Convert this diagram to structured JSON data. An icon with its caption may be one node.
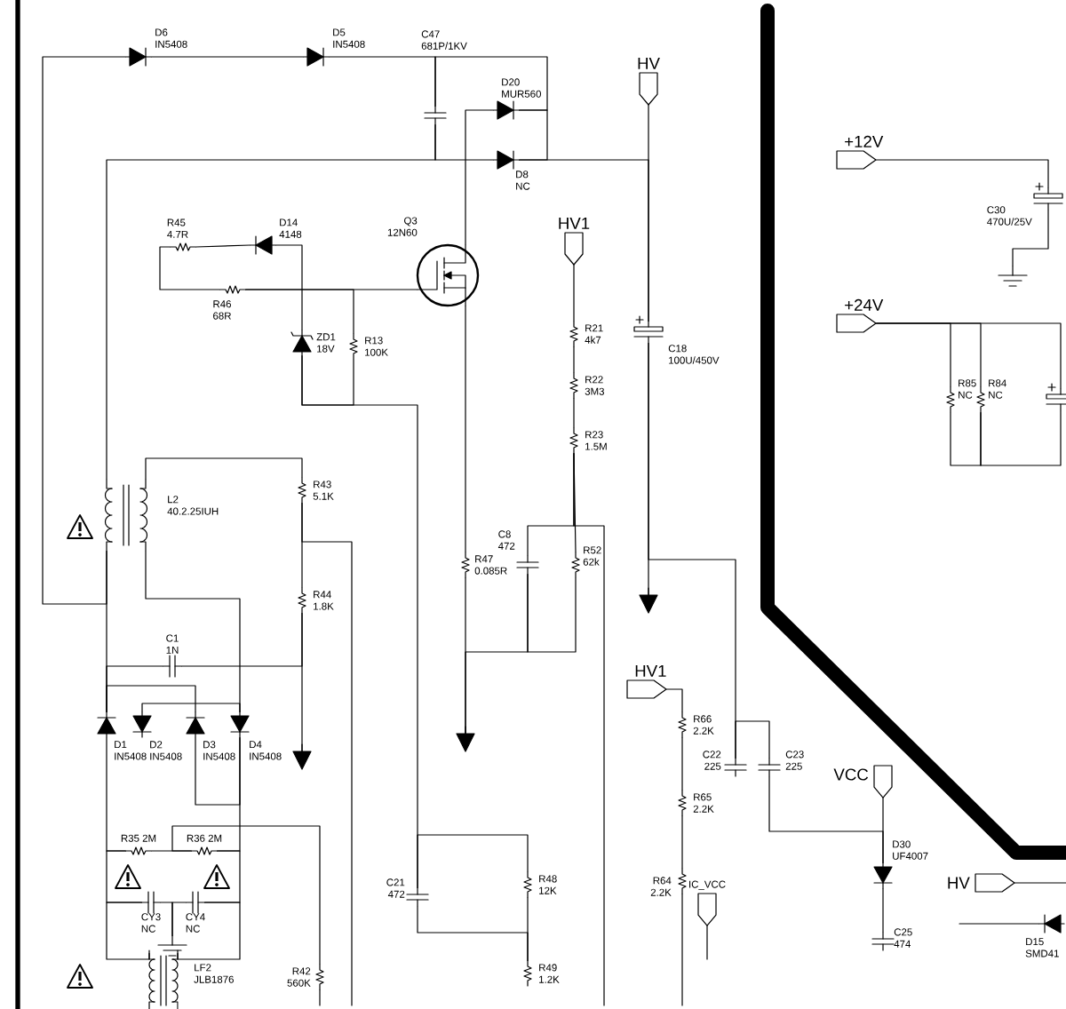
{
  "diagram": {
    "nodes": [
      {
        "text": [
          "D6",
          "IN5408"
        ]
      },
      {
        "text": [
          "D5",
          "IN5408"
        ]
      },
      {
        "text": [
          "C47",
          "681P/1KV"
        ]
      },
      {
        "text": [
          "D20",
          "MUR560"
        ]
      },
      {
        "text": [
          "D8",
          "NC"
        ]
      },
      {
        "text": [
          "HV"
        ]
      },
      {
        "text": [
          "Q3",
          "12N60"
        ]
      },
      {
        "text": [
          "R45",
          "4.7R"
        ]
      },
      {
        "text": [
          "D14",
          "4148"
        ]
      },
      {
        "text": [
          "R46",
          "68R"
        ]
      },
      {
        "text": [
          "ZD1",
          "18V"
        ]
      },
      {
        "text": [
          "R13",
          "100K"
        ]
      },
      {
        "text": [
          "HV1"
        ]
      },
      {
        "text": [
          "R21",
          "4k7"
        ]
      },
      {
        "text": [
          "R22",
          "3M3"
        ]
      },
      {
        "text": [
          "R23",
          "1.5M"
        ]
      },
      {
        "text": [
          "C18",
          "100U/450V"
        ]
      },
      {
        "text": [
          "+12V"
        ]
      },
      {
        "text": [
          "C30",
          "470U/25V"
        ]
      },
      {
        "text": [],
        "shape": "ground"
      },
      {
        "text": [
          "+24V"
        ]
      },
      {
        "text": [
          "R85",
          "NC"
        ]
      },
      {
        "text": [
          "R84",
          "NC"
        ]
      },
      {
        "text": [],
        "shape": "capacitor"
      },
      {
        "text": [
          "L2",
          "40.2.25IUH"
        ]
      },
      {
        "text": [
          "R43",
          "5.1K"
        ]
      },
      {
        "text": [
          "R44",
          "1.8K"
        ]
      },
      {
        "text": [
          "R47",
          "0.085R"
        ]
      },
      {
        "text": [
          "C8",
          "472"
        ]
      },
      {
        "text": [
          "R52",
          "62k"
        ]
      },
      {
        "text": [
          "C1",
          "1N"
        ]
      },
      {
        "text": [
          "D1",
          "IN5408"
        ]
      },
      {
        "text": [
          "D2",
          "IN5408"
        ]
      },
      {
        "text": [
          "D3",
          "IN5408"
        ]
      },
      {
        "text": [
          "D4",
          "IN5408"
        ]
      },
      {
        "text": [
          "R35",
          "2M"
        ]
      },
      {
        "text": [
          "R36",
          "2M"
        ]
      },
      {
        "text": [
          "CY3",
          "NC"
        ]
      },
      {
        "text": [
          "CY4",
          "NC"
        ]
      },
      {
        "text": [],
        "shape": "ground"
      },
      {
        "text": [
          "LF2",
          "JLB1876"
        ]
      },
      {
        "text": [
          "R42",
          "560K"
        ]
      },
      {
        "text": [
          "C21",
          "472"
        ]
      },
      {
        "text": [
          "R48",
          "12K"
        ]
      },
      {
        "text": [
          "R49",
          "1.2K"
        ]
      },
      {
        "text": [
          "HV1"
        ]
      },
      {
        "text": [
          "R66",
          "2.2K"
        ]
      },
      {
        "text": [
          "R65",
          "2.2K"
        ]
      },
      {
        "text": [
          "R64",
          "2.2K"
        ]
      },
      {
        "text": [
          "C22",
          "225"
        ]
      },
      {
        "text": [
          "C23",
          "225"
        ]
      },
      {
        "text": [
          "VCC"
        ]
      },
      {
        "text": [
          "D30",
          "UF4007"
        ]
      },
      {
        "text": [
          "C25",
          "474"
        ]
      },
      {
        "text": [
          "HV"
        ]
      },
      {
        "text": [
          "D15",
          "SMD41"
        ]
      },
      {
        "text": [
          "IC_VCC"
        ]
      },
      {
        "text": [],
        "shape": "triangle"
      },
      {
        "text": [],
        "shape": "triangle"
      },
      {
        "text": [],
        "shape": "triangle"
      }
    ],
    "edges": [
      {
        "from": 0,
        "to": 1,
        "arrow": "none"
      },
      {
        "from": 1,
        "to": 2,
        "arrow": "none"
      },
      {
        "from": 2,
        "to": 3,
        "arrow": "none"
      },
      {
        "from": 3,
        "to": 4,
        "arrow": "none"
      },
      {
        "from": 24,
        "to": 2,
        "arrow": "none"
      },
      {
        "from": 3,
        "to": 6,
        "arrow": "none"
      },
      {
        "from": 2,
        "to": 4,
        "arrow": "none"
      },
      {
        "from": 4,
        "to": 16,
        "arrow": "none"
      },
      {
        "from": 5,
        "to": 16,
        "arrow": "none"
      },
      {
        "from": 7,
        "to": 8,
        "arrow": "none"
      },
      {
        "from": 7,
        "to": 9,
        "arrow": "none"
      },
      {
        "from": 9,
        "to": 6,
        "arrow": "none"
      },
      {
        "from": 8,
        "to": 10,
        "arrow": "none"
      },
      {
        "from": 10,
        "to": 11,
        "arrow": "none"
      },
      {
        "from": 11,
        "to": 9,
        "arrow": "none"
      },
      {
        "from": 10,
        "to": 42,
        "arrow": "none"
      },
      {
        "from": 6,
        "to": 27,
        "arrow": "none"
      },
      {
        "from": 27,
        "to": 57,
        "arrow": "none"
      },
      {
        "from": 28,
        "to": 57,
        "arrow": "none"
      },
      {
        "from": 29,
        "to": 28,
        "arrow": "none"
      },
      {
        "from": 12,
        "to": 13,
        "arrow": "none"
      },
      {
        "from": 13,
        "to": 14,
        "arrow": "none"
      },
      {
        "from": 14,
        "to": 15,
        "arrow": "none"
      },
      {
        "from": 15,
        "to": 29,
        "arrow": "none"
      },
      {
        "from": 28,
        "to": 15,
        "arrow": "none"
      },
      {
        "from": 15,
        "to": null,
        "arrow": "none"
      },
      {
        "from": 16,
        "to": 58,
        "arrow": "none"
      },
      {
        "from": 16,
        "to": 49,
        "arrow": "none"
      },
      {
        "from": 49,
        "to": 50,
        "arrow": "none"
      },
      {
        "from": 50,
        "to": 52,
        "arrow": "none"
      },
      {
        "from": 51,
        "to": 52,
        "arrow": "none"
      },
      {
        "from": 52,
        "to": 53,
        "arrow": "none"
      },
      {
        "from": 45,
        "to": 46,
        "arrow": "none"
      },
      {
        "from": 46,
        "to": 47,
        "arrow": "none"
      },
      {
        "from": 47,
        "to": 48,
        "arrow": "none"
      },
      {
        "from": 48,
        "to": null,
        "arrow": "none"
      },
      {
        "from": 56,
        "to": null,
        "arrow": "none"
      },
      {
        "from": 54,
        "to": null,
        "arrow": "none"
      },
      {
        "from": 55,
        "to": null,
        "arrow": "none"
      },
      {
        "from": 17,
        "to": 18,
        "arrow": "none"
      },
      {
        "from": 18,
        "to": 19,
        "arrow": "none"
      },
      {
        "from": 20,
        "to": 21,
        "arrow": "none"
      },
      {
        "from": 20,
        "to": 22,
        "arrow": "none"
      },
      {
        "from": 20,
        "to": 23,
        "arrow": "none"
      },
      {
        "from": 21,
        "to": 22,
        "arrow": "none"
      },
      {
        "from": 22,
        "to": 23,
        "arrow": "none"
      },
      {
        "from": 0,
        "to": 24,
        "arrow": "none"
      },
      {
        "from": 24,
        "to": 31,
        "arrow": "none"
      },
      {
        "from": 24,
        "to": 25,
        "arrow": "none"
      },
      {
        "from": 24,
        "to": 34,
        "arrow": "none"
      },
      {
        "from": 25,
        "to": 26,
        "arrow": "none"
      },
      {
        "from": 25,
        "to": null,
        "arrow": "none"
      },
      {
        "from": 26,
        "to": 59,
        "arrow": "none"
      },
      {
        "from": 30,
        "to": 31,
        "arrow": "none"
      },
      {
        "from": 30,
        "to": 26,
        "arrow": "none"
      },
      {
        "from": 31,
        "to": 33,
        "arrow": "none"
      },
      {
        "from": 32,
        "to": 34,
        "arrow": "none"
      },
      {
        "from": 31,
        "to": 35,
        "arrow": "none"
      },
      {
        "from": 33,
        "to": 34,
        "arrow": "none"
      },
      {
        "from": 34,
        "to": 36,
        "arrow": "none"
      },
      {
        "from": 35,
        "to": 36,
        "arrow": "none"
      },
      {
        "from": 36,
        "to": 41,
        "arrow": "none"
      },
      {
        "from": 35,
        "to": 37,
        "arrow": "none"
      },
      {
        "from": 36,
        "to": 38,
        "arrow": "none"
      },
      {
        "from": 37,
        "to": 39,
        "arrow": "none"
      },
      {
        "from": 38,
        "to": 39,
        "arrow": "none"
      },
      {
        "from": 37,
        "to": 40,
        "arrow": "none"
      },
      {
        "from": 38,
        "to": 40,
        "arrow": "none"
      },
      {
        "from": 42,
        "to": 43,
        "arrow": "none"
      },
      {
        "from": 42,
        "to": 44,
        "arrow": "none"
      },
      {
        "from": 43,
        "to": 44,
        "arrow": "none"
      },
      {
        "from": 41,
        "to": null,
        "arrow": "none"
      }
    ]
  }
}
